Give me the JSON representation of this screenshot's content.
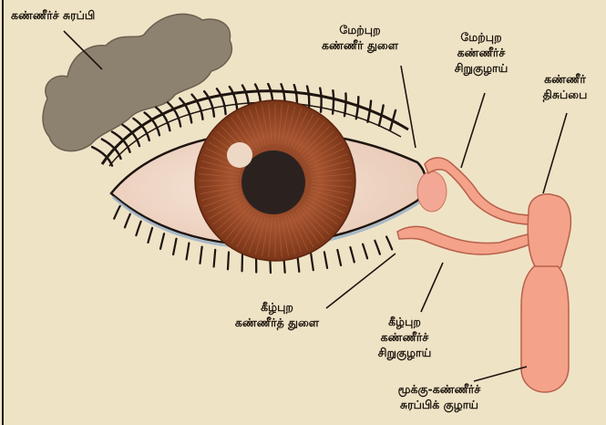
{
  "labels": {
    "lacrimal_gland": [
      "கண்ணீர்ச் சுரப்பி"
    ],
    "upper_punctum": [
      "மேற்புற",
      "கண்ணீர் துளை"
    ],
    "upper_canaliculus": [
      "மேற்புற",
      "கண்ணீர்ச்",
      "சிறுகுழாய்"
    ],
    "lacrimal_sac": [
      "கண்ணீர்",
      "திசுப்பை"
    ],
    "lower_punctum": [
      "கீழ்புற",
      "கண்ணீர்த் துளை"
    ],
    "lower_canaliculus": [
      "கீழ்புற",
      "கண்ணீர்ச்",
      "சிறுகுழாய்"
    ],
    "nasolacrimal_duct": [
      "மூக்கு-கண்ணீர்ச்",
      "சுரப்பிக் குழாய்"
    ]
  },
  "colors": {
    "background": "#efe3c6",
    "gland": "#8d8270",
    "sclera": "#f3dfd0",
    "iris": "#9a4a26",
    "pupil": "#2b2220",
    "duct": "#f4a28a",
    "line": "#1e1510"
  }
}
